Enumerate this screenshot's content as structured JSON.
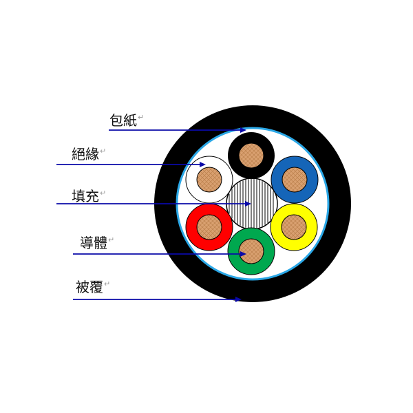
{
  "labels": [
    {
      "key": "wrap",
      "text": "包紙",
      "mark": "↵"
    },
    {
      "key": "insulation",
      "text": "絕緣",
      "mark": "↵"
    },
    {
      "key": "filler",
      "text": "填充",
      "mark": "↵"
    },
    {
      "key": "conductor",
      "text": "導體",
      "mark": "↵"
    },
    {
      "key": "sheath",
      "text": "被覆",
      "mark": "↵"
    }
  ],
  "colors": {
    "sheath": "#000000",
    "wrap_tape": "#2aa7e6",
    "inner_fill": "#ffffff",
    "conductor": "#d9a070",
    "leader_line": "#0a0aa8",
    "cores": [
      "#000000",
      "#1565b8",
      "#ffff00",
      "#00a84f",
      "#ff0000",
      "#ffffff"
    ]
  }
}
